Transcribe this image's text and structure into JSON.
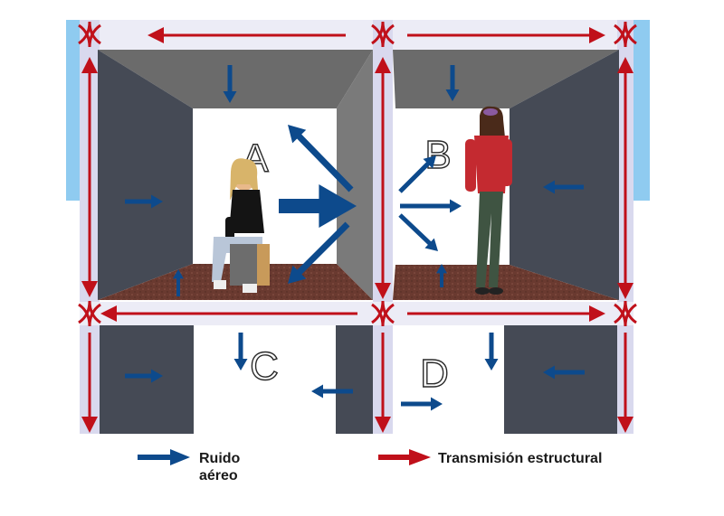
{
  "rooms": [
    {
      "id": "A",
      "label": "A"
    },
    {
      "id": "B",
      "label": "B"
    },
    {
      "id": "C",
      "label": "C"
    },
    {
      "id": "D",
      "label": "D"
    }
  ],
  "legend": {
    "airborne": {
      "line1": "Ruido",
      "line2": "aéreo",
      "color": "#0d4a8c"
    },
    "structural": {
      "label": "Transmisión estructural",
      "color": "#c0101a"
    }
  },
  "colors": {
    "wall_dark": "#454a55",
    "ceiling": "#6b6b6b",
    "floor": "#6a3a30",
    "slab": "#d9d9ee",
    "sky": "#8fcbf0",
    "person_shirt": "#c42a30",
    "person_pants": "#3f5442"
  }
}
